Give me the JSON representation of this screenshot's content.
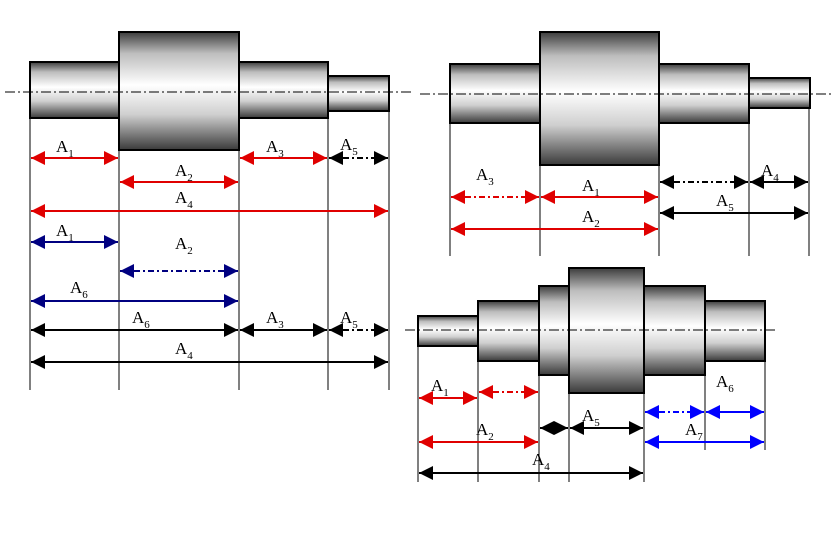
{
  "colors": {
    "red": "#e00000",
    "navy": "#000080",
    "blue": "#0000ff",
    "black": "#000000",
    "shaft_light": "#ffffff",
    "shaft_dark": "#4a4a4a"
  },
  "labels": {
    "a1": "A",
    "a1_sub": "1",
    "a2": "A",
    "a2_sub": "2",
    "a3": "A",
    "a3_sub": "3",
    "a4": "A",
    "a4_sub": "4",
    "a5": "A",
    "a5_sub": "5",
    "a6": "A",
    "a6_sub": "6",
    "a7": "A",
    "a7_sub": "7"
  }
}
